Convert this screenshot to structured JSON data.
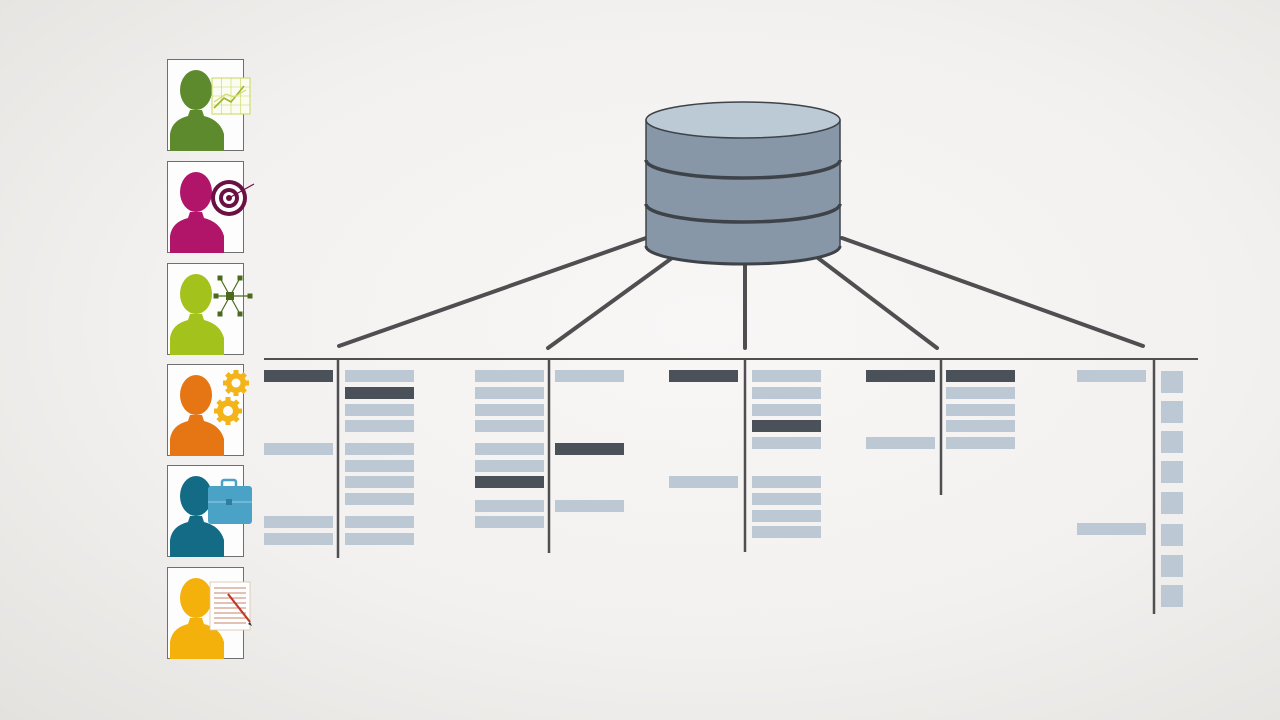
{
  "colors": {
    "background": "#f5f3f1",
    "line": "#4f4f52",
    "cylinder_body": "#8797a7",
    "cylinder_top": "#bccad5",
    "cylinder_band": "#3e4349",
    "cell_light": "#bcc9d4",
    "cell_dark": "#4b5158"
  },
  "personas": [
    {
      "name": "analyst",
      "color": "#5e8a2e",
      "icon": "line-chart-icon",
      "icon_color": "#c9d85a"
    },
    {
      "name": "marketer",
      "color": "#b0156a",
      "icon": "target-icon",
      "icon_color": "#6a1043"
    },
    {
      "name": "network-admin",
      "color": "#a3c21c",
      "icon": "network-nodes-icon",
      "icon_color": "#4c6a1e"
    },
    {
      "name": "engineer",
      "color": "#e67614",
      "icon": "gears-icon",
      "icon_color": "#f3b41a"
    },
    {
      "name": "business",
      "color": "#146b86",
      "icon": "briefcase-icon",
      "icon_color": "#4aa3c6"
    },
    {
      "name": "writer",
      "color": "#f4b10c",
      "icon": "document-pen-icon",
      "icon_color": "#c0392b"
    }
  ],
  "database": {
    "icon": "database-icon",
    "layers": 3
  },
  "table_columns": [
    {
      "cells": [
        [
          376,
          "dark"
        ],
        [
          449,
          "light"
        ],
        [
          522,
          "light"
        ],
        [
          539,
          "light"
        ]
      ]
    },
    {
      "cells": [
        [
          376,
          "light"
        ],
        [
          393,
          "dark"
        ],
        [
          410,
          "light"
        ],
        [
          426,
          "light"
        ],
        [
          449,
          "light"
        ],
        [
          466,
          "light"
        ],
        [
          482,
          "light"
        ],
        [
          499,
          "light"
        ],
        [
          522,
          "light"
        ],
        [
          539,
          "light"
        ]
      ]
    },
    {
      "cells": [
        [
          376,
          "light"
        ],
        [
          393,
          "light"
        ],
        [
          410,
          "light"
        ],
        [
          426,
          "light"
        ],
        [
          449,
          "light"
        ],
        [
          466,
          "light"
        ],
        [
          482,
          "dark"
        ],
        [
          506,
          "light"
        ],
        [
          522,
          "light"
        ]
      ]
    },
    {
      "cells": [
        [
          376,
          "light"
        ],
        [
          449,
          "dark"
        ],
        [
          506,
          "light"
        ]
      ]
    },
    {
      "cells": [
        [
          376,
          "dark"
        ],
        [
          482,
          "light"
        ]
      ]
    },
    {
      "cells": [
        [
          376,
          "light"
        ],
        [
          393,
          "light"
        ],
        [
          410,
          "light"
        ],
        [
          426,
          "dark"
        ],
        [
          443,
          "light"
        ],
        [
          482,
          "light"
        ],
        [
          499,
          "light"
        ],
        [
          516,
          "light"
        ],
        [
          532,
          "light"
        ]
      ]
    },
    {
      "cells": [
        [
          376,
          "dark"
        ],
        [
          443,
          "light"
        ]
      ]
    },
    {
      "cells": [
        [
          376,
          "dark"
        ],
        [
          393,
          "light"
        ],
        [
          410,
          "light"
        ],
        [
          426,
          "light"
        ],
        [
          443,
          "light"
        ]
      ]
    },
    {
      "cells": [
        [
          376,
          "light"
        ],
        [
          529,
          "light"
        ]
      ]
    },
    {
      "cells": [
        [
          382,
          "light"
        ],
        [
          412,
          "light"
        ],
        [
          442,
          "light"
        ],
        [
          472,
          "light"
        ],
        [
          503,
          "light"
        ],
        [
          535,
          "light"
        ],
        [
          566,
          "light"
        ],
        [
          596,
          "light"
        ]
      ]
    }
  ]
}
